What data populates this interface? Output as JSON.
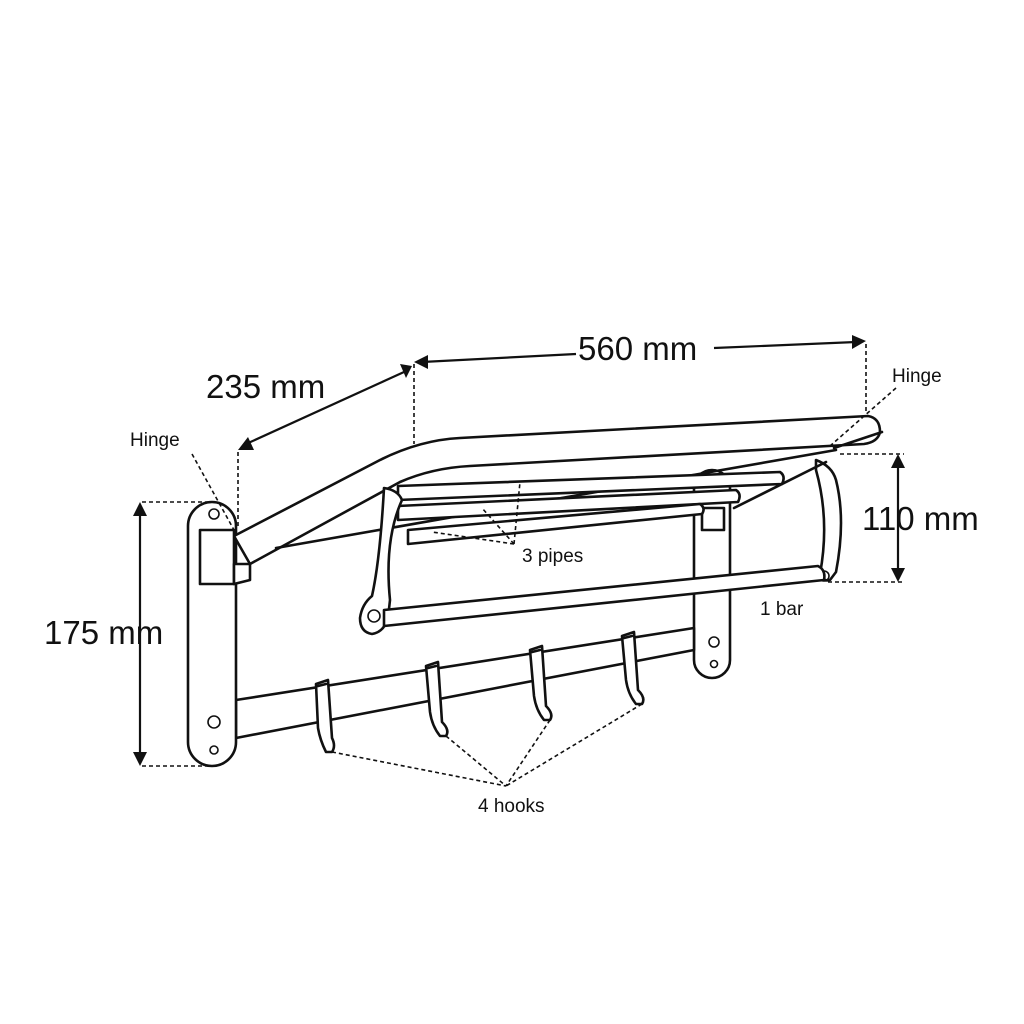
{
  "labels": {
    "width": "560 mm",
    "depth": "235 mm",
    "height": "175 mm",
    "bar_height": "110 mm",
    "hinge_left": "Hinge",
    "hinge_right": "Hinge",
    "pipes": "3 pipes",
    "bar": "1 bar",
    "hooks": "4 hooks"
  }
}
